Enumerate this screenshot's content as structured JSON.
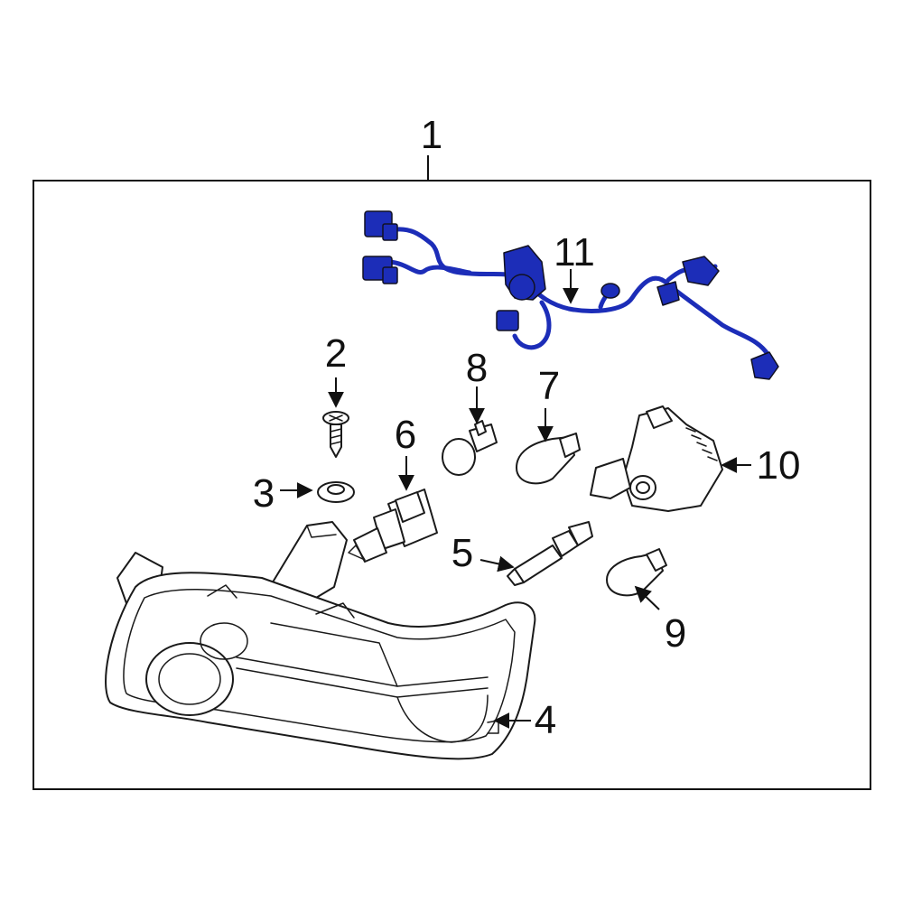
{
  "colors": {
    "harness": "#1c2db8",
    "outline": "#1a1a1a",
    "background": "#ffffff"
  },
  "callouts": {
    "c1": "1",
    "c2": "2",
    "c3": "3",
    "c4": "4",
    "c5": "5",
    "c6": "6",
    "c7": "7",
    "c8": "8",
    "c9": "9",
    "c10": "10",
    "c11": "11"
  }
}
